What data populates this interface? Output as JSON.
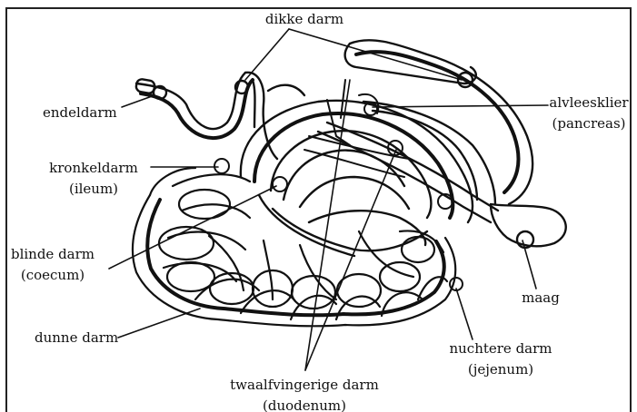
{
  "labels": {
    "dikke_darm": "dikke darm",
    "endeldarm": "endeldarm",
    "alvleesklier": "alvleesklier",
    "pancreas": "(pancreas)",
    "kronkeldarm": "kronkeldarm",
    "ileum": "(ileum)",
    "blinde_darm": "blinde darm",
    "coecum": "(coecum)",
    "dunne_darm": "dunne darm",
    "maag": "maag",
    "nuchtere_darm": "nuchtere darm",
    "jejenum": "(jejenum)",
    "twaalfvingerige_darm": "twaalfvingerige darm",
    "duodenum": "(duodenum)"
  },
  "colors": {
    "ink": "#111111",
    "paper": "#ffffff"
  }
}
